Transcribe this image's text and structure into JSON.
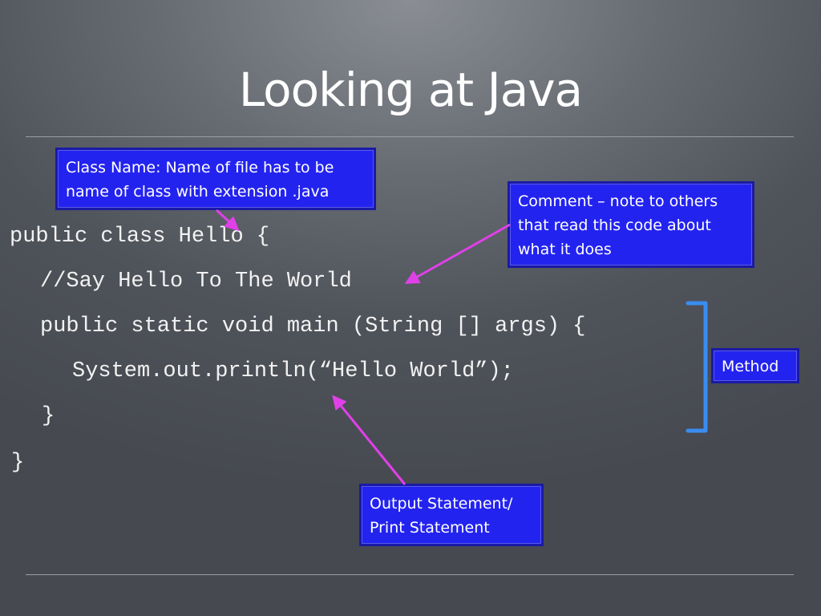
{
  "slide": {
    "title": "Looking at Java"
  },
  "code": {
    "lines": [
      "public class Hello {",
      "//Say Hello To The World",
      "public static void main (String [] args) {",
      "System.out.println(“Hello World”);",
      "}",
      "}"
    ]
  },
  "callouts": {
    "class_name": {
      "line1": "Class Name:  Name of file has to be",
      "line2": "name of class with extension .java"
    },
    "comment": {
      "line1": "Comment – note to others",
      "line2": "that read this code about",
      "line3": "what it does"
    },
    "method": {
      "label": "Method"
    },
    "output": {
      "line1": "Output Statement/",
      "line2": "Print Statement"
    }
  },
  "colors": {
    "callout_fill": "#2323f0",
    "callout_border": "#1a1aa6",
    "arrow": "#e040e8",
    "bracket": "#3a8cf0"
  }
}
